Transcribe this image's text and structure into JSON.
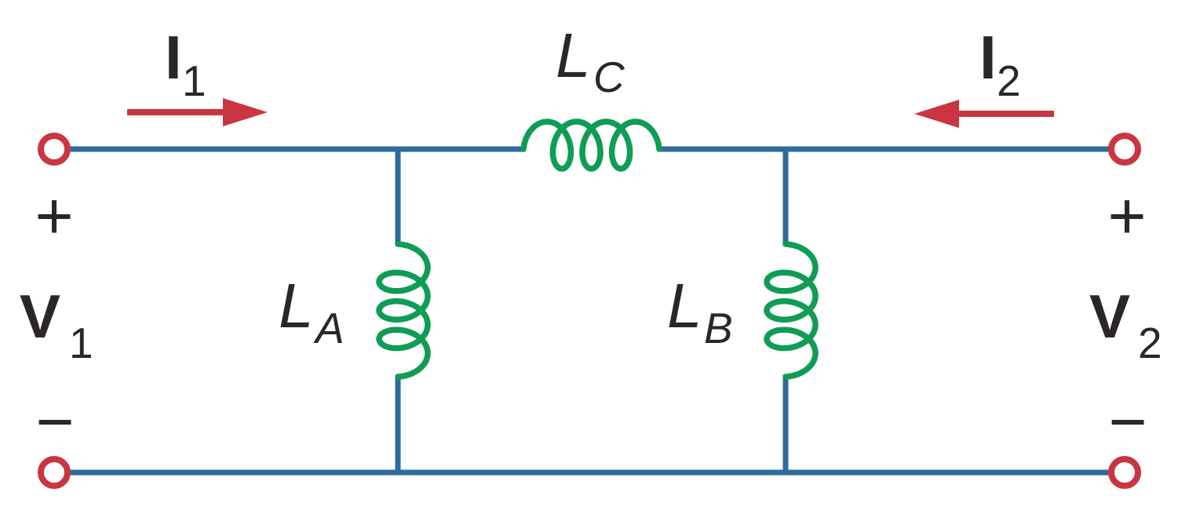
{
  "diagram": {
    "colors": {
      "background": "#ffffff",
      "wire": "#2e6a9e",
      "coil": "#0f9c55",
      "accent": "#c93540",
      "label": "#2b2628"
    },
    "ports": {
      "left": {
        "voltage_base": "V",
        "voltage_sub": "1",
        "current_base": "I",
        "current_sub": "1",
        "polarity_top": "+",
        "polarity_bottom": "−"
      },
      "right": {
        "voltage_base": "V",
        "voltage_sub": "2",
        "current_base": "I",
        "current_sub": "2",
        "polarity_top": "+",
        "polarity_bottom": "−"
      }
    },
    "inductors": {
      "shunt_left_base": "L",
      "shunt_left_sub": "A",
      "shunt_right_base": "L",
      "shunt_right_sub": "B",
      "series_base": "L",
      "series_sub": "C"
    }
  }
}
